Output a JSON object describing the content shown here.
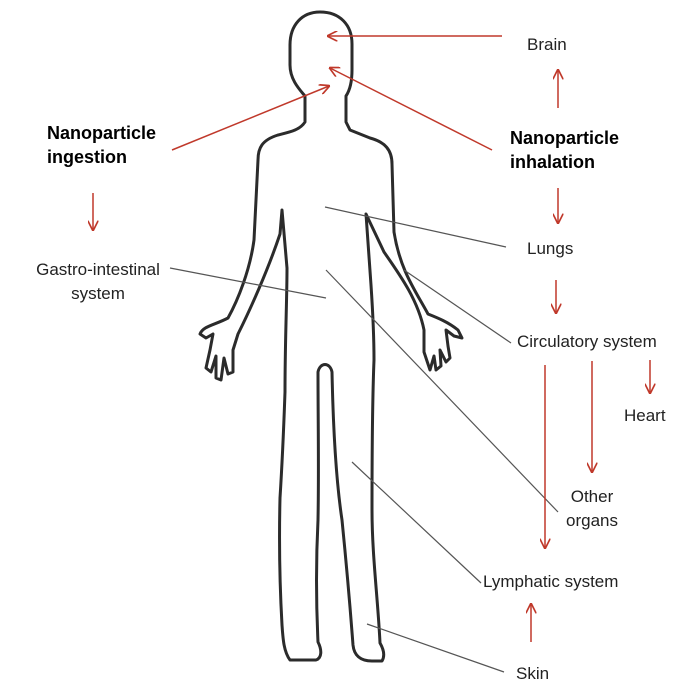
{
  "labels": {
    "brain": "Brain",
    "ingestion_line1": "Nanoparticle",
    "ingestion_line2": "ingestion",
    "inhalation_line1": "Nanoparticle",
    "inhalation_line2": "inhalation",
    "gi_line1": "Gastro-intestinal",
    "gi_line2": "system",
    "lungs": "Lungs",
    "circulatory": "Circulatory system",
    "heart": "Heart",
    "other_line1": "Other",
    "other_line2": "organs",
    "lymphatic": "Lymphatic system",
    "skin": "Skin"
  },
  "colors": {
    "arrow": "#c0392b",
    "body_outline": "#2b2b2b",
    "leader_line": "#555555"
  }
}
